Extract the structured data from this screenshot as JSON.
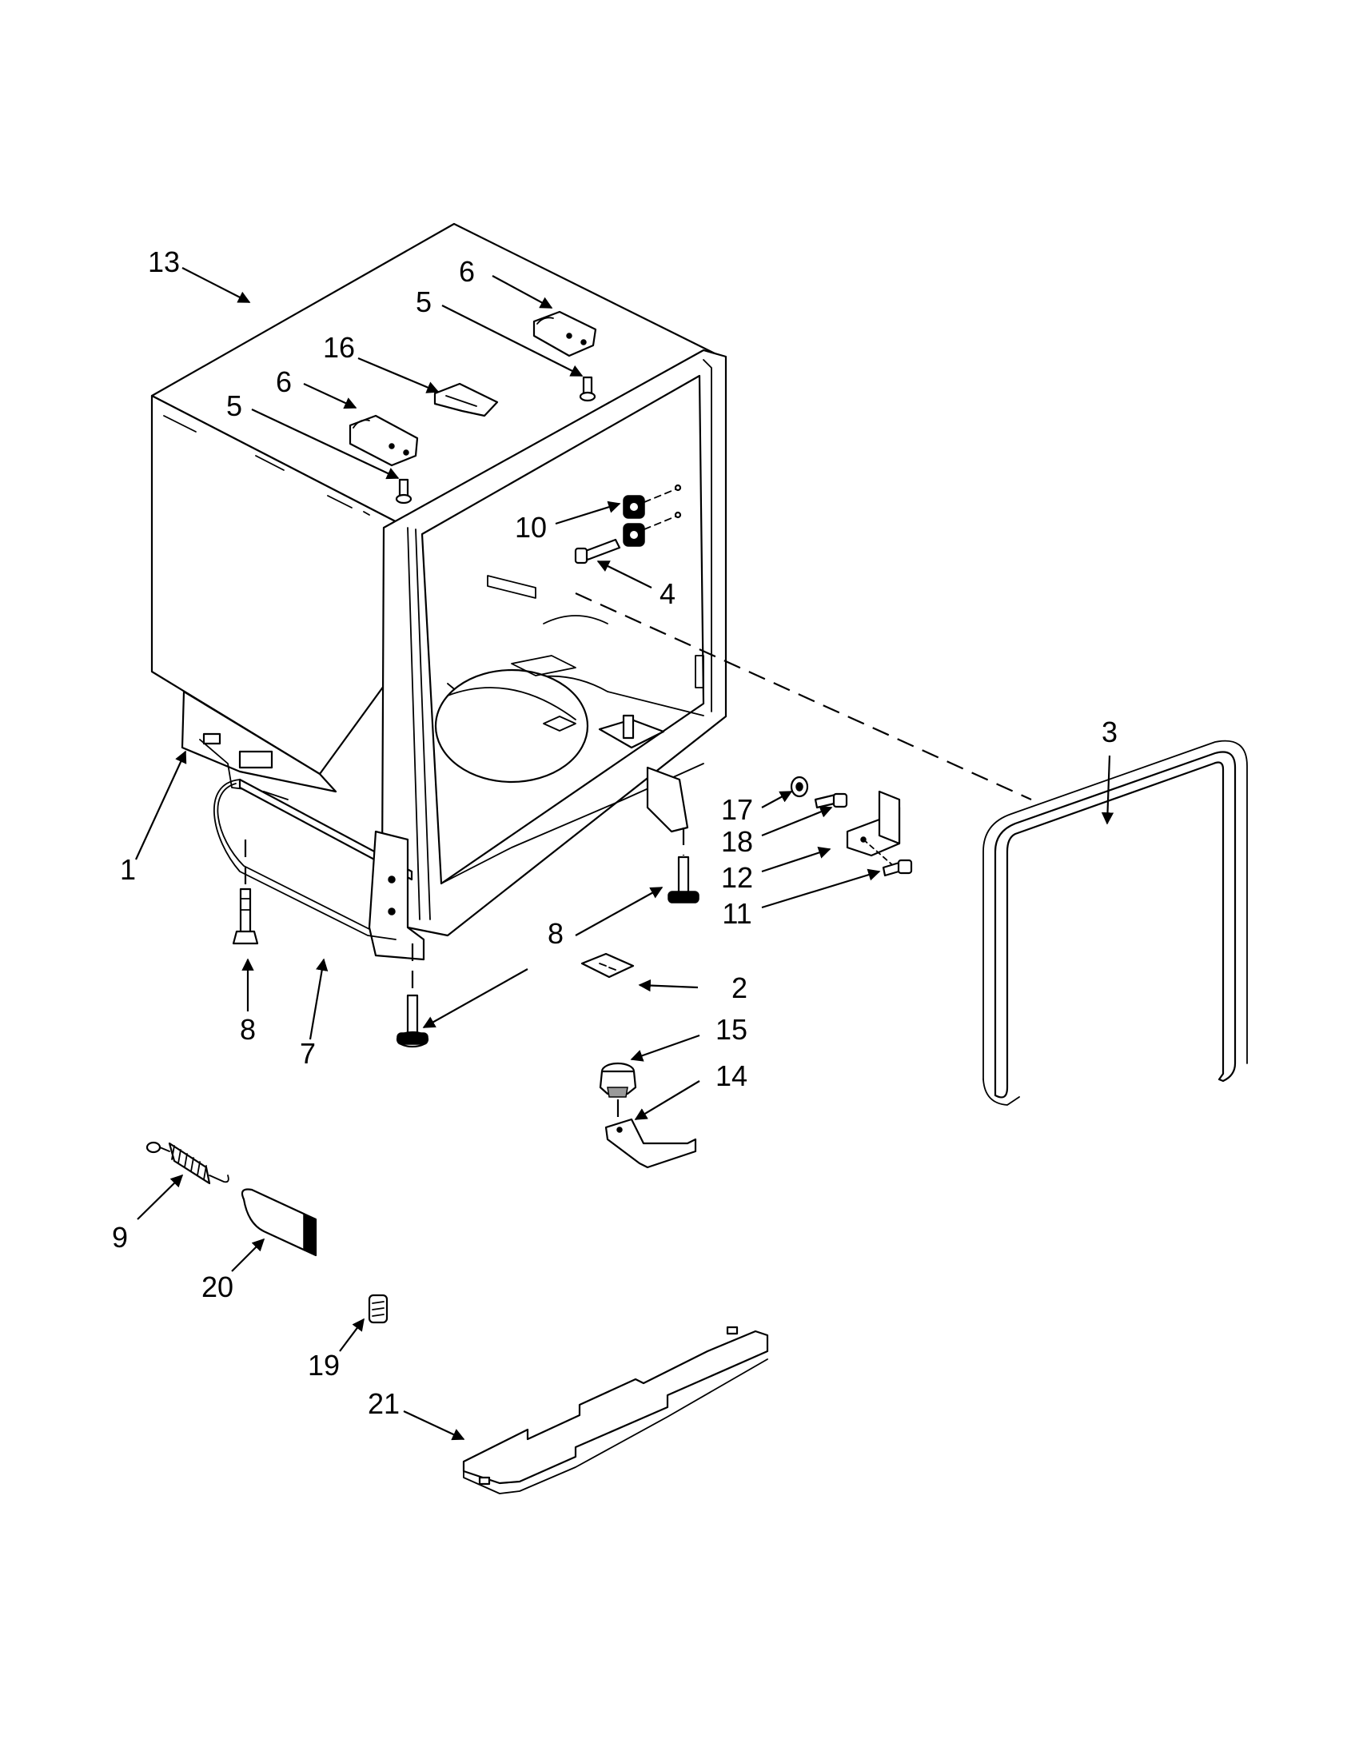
{
  "diagram": {
    "callouts": [
      {
        "id": "c13",
        "label": "13"
      },
      {
        "id": "c6a",
        "label": "6"
      },
      {
        "id": "c5a",
        "label": "5"
      },
      {
        "id": "c16",
        "label": "16"
      },
      {
        "id": "c6b",
        "label": "6"
      },
      {
        "id": "c5b",
        "label": "5"
      },
      {
        "id": "c10",
        "label": "10"
      },
      {
        "id": "c4",
        "label": "4"
      },
      {
        "id": "c3",
        "label": "3"
      },
      {
        "id": "c1",
        "label": "1"
      },
      {
        "id": "c17",
        "label": "17"
      },
      {
        "id": "c18",
        "label": "18"
      },
      {
        "id": "c12",
        "label": "12"
      },
      {
        "id": "c11",
        "label": "11"
      },
      {
        "id": "c8a",
        "label": "8"
      },
      {
        "id": "c2",
        "label": "2"
      },
      {
        "id": "c8b",
        "label": "8"
      },
      {
        "id": "c7",
        "label": "7"
      },
      {
        "id": "c15",
        "label": "15"
      },
      {
        "id": "c14",
        "label": "14"
      },
      {
        "id": "c9",
        "label": "9"
      },
      {
        "id": "c20",
        "label": "20"
      },
      {
        "id": "c19",
        "label": "19"
      },
      {
        "id": "c21",
        "label": "21"
      }
    ]
  }
}
